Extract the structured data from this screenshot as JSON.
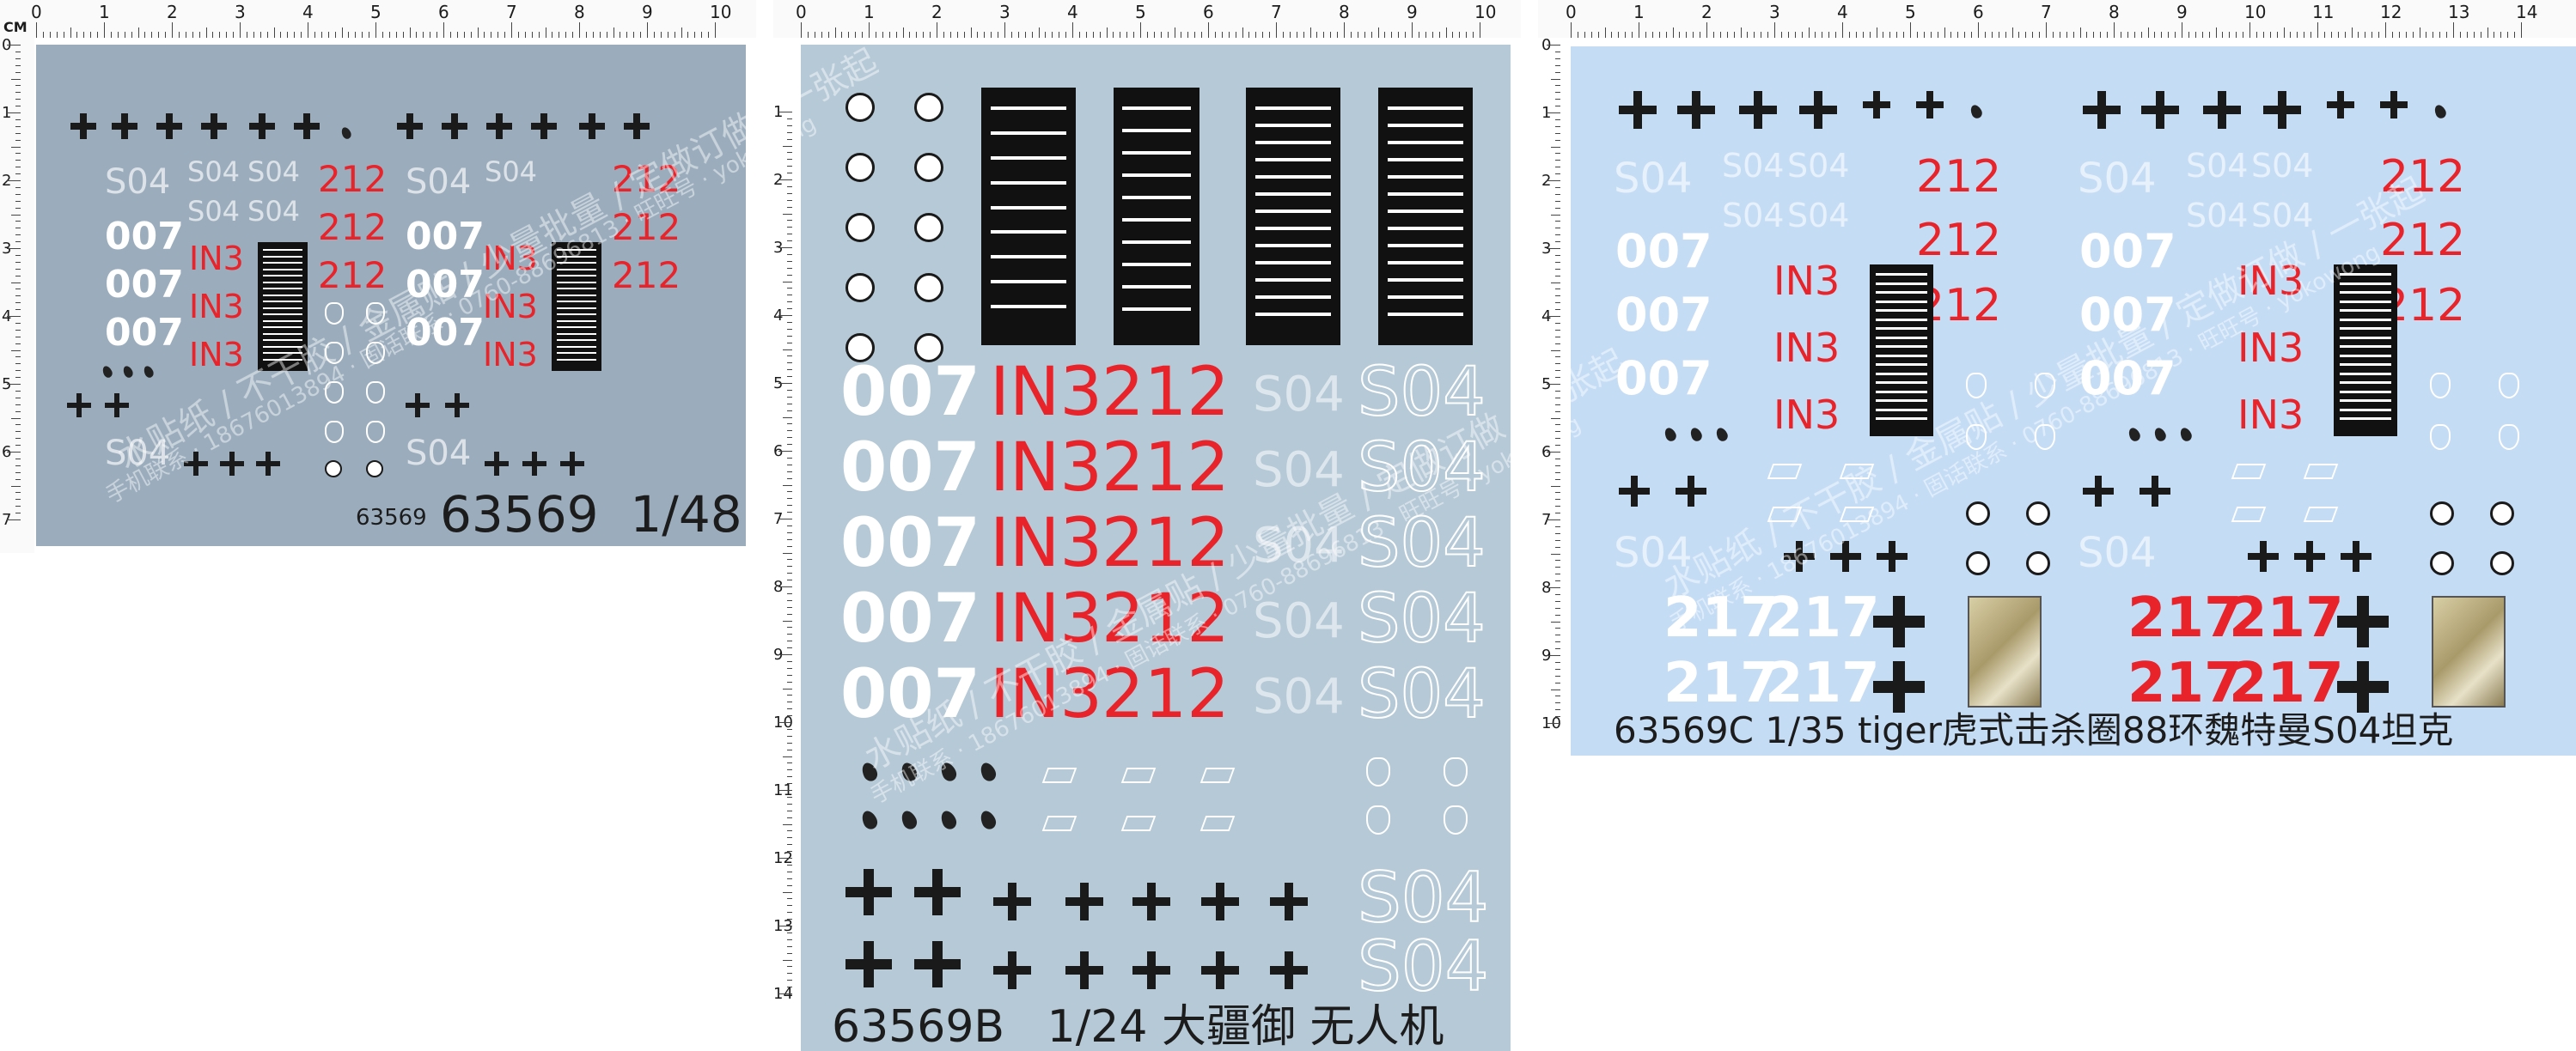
{
  "rulers": {
    "unit": "CM",
    "sheet1_ticks": [
      "0",
      "1",
      "2",
      "3",
      "4",
      "5",
      "6",
      "7",
      "8",
      "9",
      "10"
    ],
    "sheet1_vticks": [
      "0",
      "1",
      "2",
      "3",
      "4",
      "5",
      "6",
      "7"
    ],
    "sheet2_ticks": [
      "0",
      "1",
      "2",
      "3",
      "4",
      "5",
      "6",
      "7",
      "8",
      "9",
      "10"
    ],
    "sheet2_vticks": [
      "1",
      "2",
      "3",
      "4",
      "5",
      "6",
      "7",
      "8",
      "9",
      "10",
      "11",
      "12",
      "13",
      "14"
    ],
    "sheet3_ticks": [
      "0",
      "1",
      "2",
      "3",
      "4",
      "5",
      "6",
      "7",
      "8",
      "9",
      "10",
      "11",
      "12",
      "13",
      "14"
    ],
    "sheet3_vticks": [
      "0",
      "1",
      "2",
      "3",
      "4",
      "5",
      "6",
      "7",
      "8",
      "9",
      "10"
    ]
  },
  "sheet1": {
    "bg": "#9badbd",
    "code_small": "63569",
    "caption": "63569  1/48",
    "num_007": "007",
    "num_in3": "IN3",
    "num_212": "212",
    "num_s04": "S04"
  },
  "sheet2": {
    "bg": "#b6c9d7",
    "caption": "63569B   1/24 大疆御 无人机",
    "num_007": "007",
    "num_in3": "IN3",
    "num_212": "212",
    "num_s04": "S04"
  },
  "sheet3": {
    "bg": "#c5dcf5",
    "caption": "63569C 1/35 tiger虎式击杀圈88环魏特曼S04坦克",
    "num_007": "007",
    "num_in3": "IN3",
    "num_212": "212",
    "num_s04": "S04",
    "num_217": "217"
  },
  "watermark": {
    "line1": "水贴纸 / 不干胶 / 金属贴 / 少量批量 / 定做订做 / 一张起",
    "line2": "手机联系 · 18676013894 · 固话联系 · 0760-88696813 · 旺旺号 · yokowong"
  },
  "colors": {
    "red": "#e8232a",
    "white": "#ffffff",
    "black": "#1a1a1a"
  }
}
